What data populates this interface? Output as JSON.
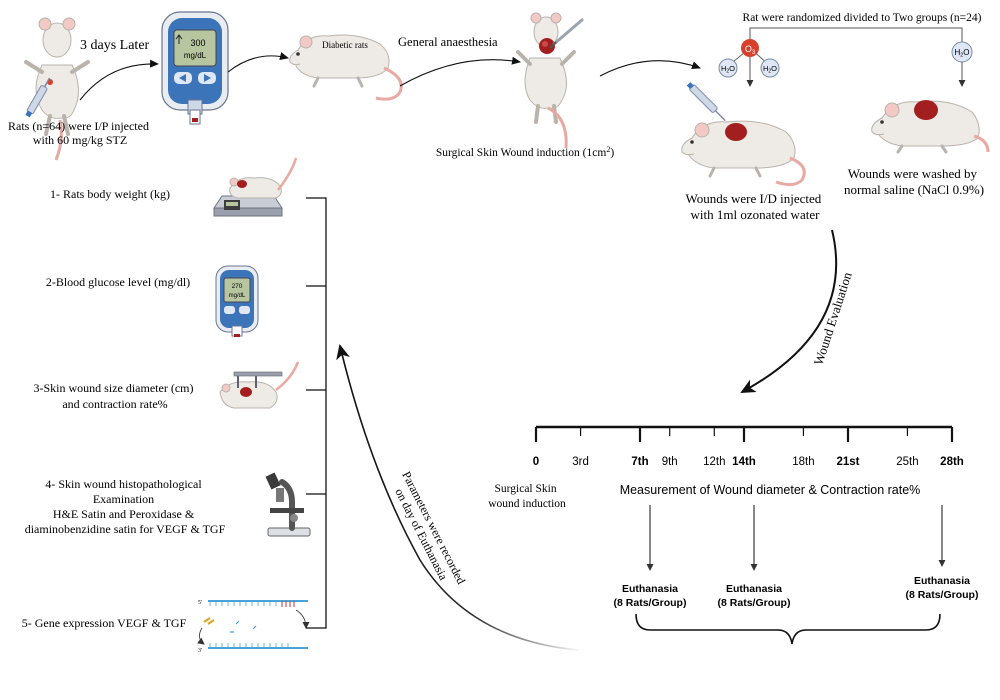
{
  "top_flow": {
    "rats_injected": [
      "Rats (n=64) were I/P injected",
      "with 60 mg/kg  STZ"
    ],
    "three_days_later": "3 days Later",
    "glucometer_reading_value": "300",
    "glucometer_reading_unit": "mg/dL",
    "diabetic_rats_label": "Diabetic rats",
    "general_anaesthesia": "General anaesthesia",
    "wound_induction_prefix": "Surgical Skin Wound induction (1cm",
    "wound_induction_sup": "2",
    "wound_induction_suffix": ")",
    "randomized": "Rat were randomized divided to Two groups (n=24)"
  },
  "groups": {
    "ozone": {
      "molecule_top": "O",
      "molecule_top_sub": "3",
      "molecule_left": "H",
      "molecule_left_sub": "2",
      "molecule_left_tail": "O",
      "molecule_right": "H",
      "molecule_right_sub": "2",
      "molecule_right_tail": "O",
      "caption": [
        "Wounds were I/D injected",
        "with 1ml ozonated water"
      ]
    },
    "saline": {
      "molecule": "H",
      "molecule_sub": "2",
      "molecule_tail": "O",
      "caption": [
        "Wounds were washed by",
        "normal saline (NaCl 0.9%)"
      ]
    }
  },
  "wound_evaluation": "Wound Evaluation",
  "parameters": [
    {
      "lines": [
        "1- Rats body weight (kg)"
      ]
    },
    {
      "lines": [
        "2-Blood glucose level (mg/dl)"
      ],
      "glucometer_value": "270",
      "glucometer_unit": "mg/dL"
    },
    {
      "lines": [
        "3-Skin wound size diameter (cm)",
        "and contraction rate%"
      ]
    },
    {
      "lines": [
        "4- Skin wound histopathological",
        "Examination",
        "H&E Satin and  Peroxidase &",
        "diaminobenzidine satin for VEGF & TGF"
      ]
    },
    {
      "lines": [
        "5- Gene expression VEGF & TGF"
      ],
      "strand_5": "5'",
      "strand_3": "3'"
    }
  ],
  "parameters_recorded": [
    "Parameters were recorded",
    "on day of Euthanasia"
  ],
  "timeline": {
    "ticks": [
      {
        "label": "0",
        "day": 0,
        "bold": true,
        "major": true
      },
      {
        "label": "3rd",
        "day": 3,
        "bold": false,
        "major": false
      },
      {
        "label": "7th",
        "day": 7,
        "bold": true,
        "major": true
      },
      {
        "label": "9th",
        "day": 9,
        "bold": false,
        "major": false
      },
      {
        "label": "12th",
        "day": 12,
        "bold": false,
        "major": false
      },
      {
        "label": "14th",
        "day": 14,
        "bold": true,
        "major": true
      },
      {
        "label": "18th",
        "day": 18,
        "bold": false,
        "major": false
      },
      {
        "label": "21st",
        "day": 21,
        "bold": true,
        "major": true
      },
      {
        "label": "25th",
        "day": 25,
        "bold": false,
        "major": false
      },
      {
        "label": "28th",
        "day": 28,
        "bold": true,
        "major": true
      }
    ],
    "start_caption": [
      "Surgical Skin",
      "wound induction"
    ],
    "measurement": "Measurement of Wound diameter & Contraction rate%",
    "euthanasia": [
      {
        "day": 7,
        "title": "Euthanasia",
        "sub": "(8 Rats/Group)"
      },
      {
        "day": 14,
        "title": "Euthanasia",
        "sub": "(8 Rats/Group)"
      },
      {
        "day": 28,
        "title": "Euthanasia",
        "sub": "(8 Rats/Group)"
      }
    ]
  },
  "colors": {
    "rat_body": "#eeeae6",
    "rat_outline": "#b9b3ac",
    "rat_tail": "#e7a9a1",
    "wound": "#a31f1f",
    "device_blue": "#3b74b8",
    "device_screen": "#b8c6a0",
    "molecule_red": "#d9402b",
    "molecule_light": "#dfe6f5",
    "arrow": "#111111"
  }
}
